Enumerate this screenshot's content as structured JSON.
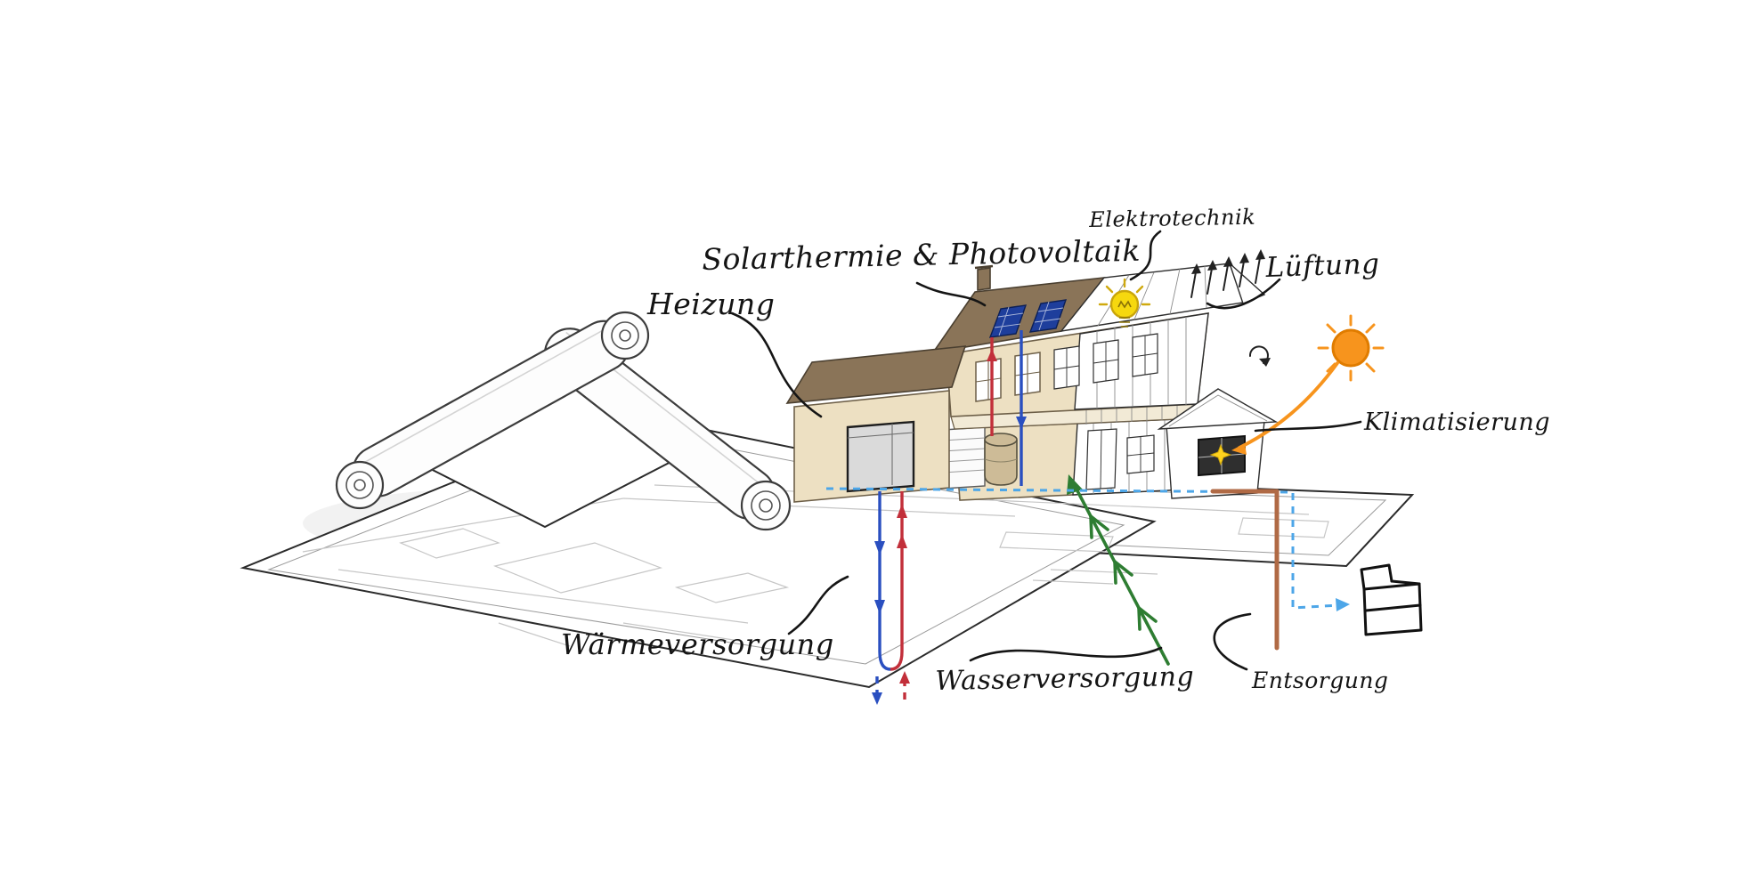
{
  "labels": {
    "elektrotechnik": "Elektrotechnik",
    "solarthermie_photovoltaik": "Solarthermie & Photovoltaik",
    "heizung": "Heizung",
    "lueftung": "Lüftung",
    "klimatisierung": "Klimatisierung",
    "waermeversorgung": "Wärmeversorgung",
    "wasserversorgung": "Wasserversorgung",
    "entsorgung": "Entsorgung"
  },
  "colors": {
    "sun": "#F7941D",
    "bulb": "#F6D80F",
    "pv": "#1E3E9C",
    "hot": "#C22F3A",
    "cold": "#2A4FC0",
    "air": "#4DA6E8",
    "water": "#2E7D32",
    "waste": "#B06A45",
    "roof": "#8A7458",
    "wall": "#EDE0C2"
  },
  "icons": {
    "sun": "sun-icon",
    "light_bulb": "light-bulb-icon",
    "solar_panels": "solar-panel-icon",
    "waste_bin": "waste-bin-icon",
    "paper_rolls": "blueprint-rolls-icon",
    "house": "house-icon"
  }
}
